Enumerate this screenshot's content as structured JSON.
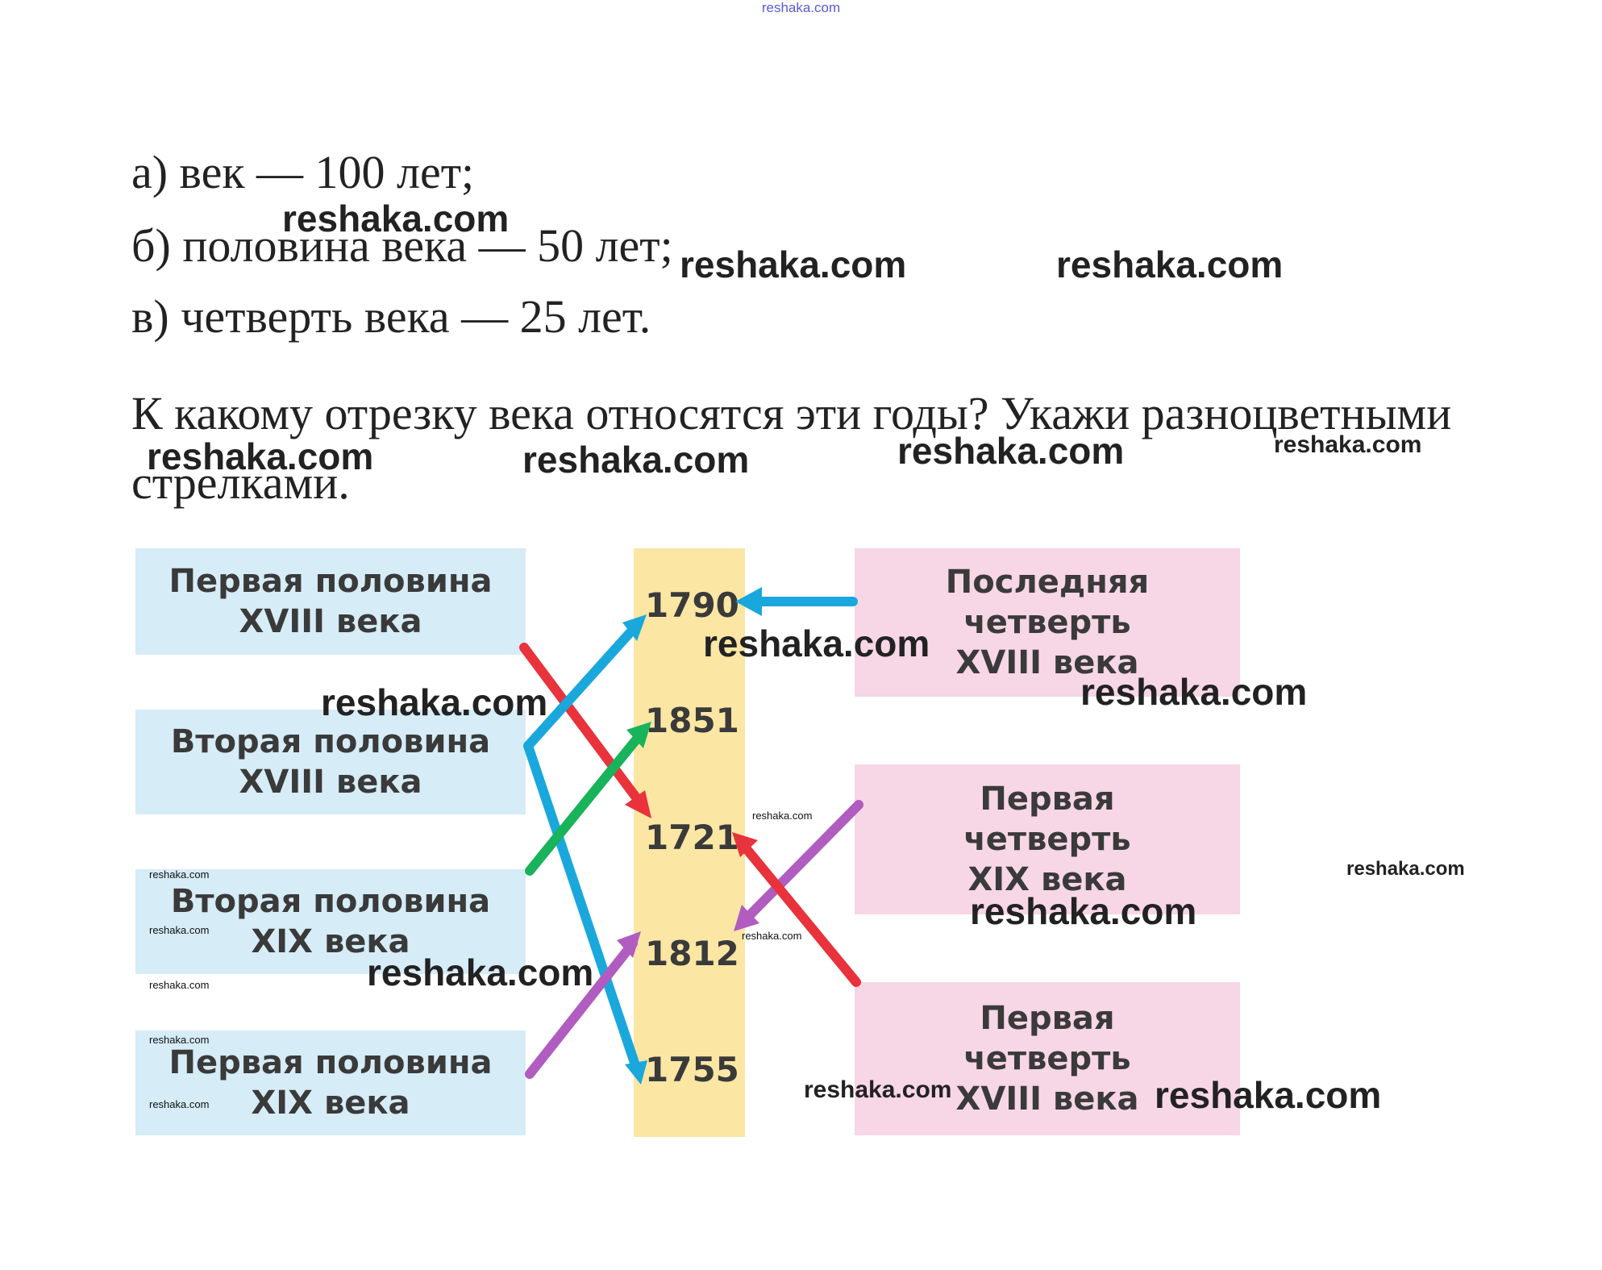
{
  "header": {
    "site_link": "reshaka.com"
  },
  "answers": [
    "а) век — 100 лет;",
    "б) половина века — 50 лет;",
    "в) четверть века — 25 лет."
  ],
  "task": {
    "line1": "К какому отрезку века относятся эти годы? Укажи разноцветными",
    "line2": "стрелками."
  },
  "diagram": {
    "left_boxes": [
      {
        "line1": "Первая  половина",
        "line2": "XVIII  века"
      },
      {
        "line1": "Вторая  половина",
        "line2": "XVIII  века"
      },
      {
        "line1": "Вторая  половина",
        "line2": "XIX  века"
      },
      {
        "line1": "Первая  половина",
        "line2": "XIX  века"
      }
    ],
    "years": [
      "1790",
      "1851",
      "1721",
      "1812",
      "1755"
    ],
    "right_boxes": [
      {
        "line1": "Последняя",
        "line2": "четверть",
        "line3": "XVIII  века"
      },
      {
        "line1": "Первая",
        "line2": "четверть",
        "line3": "XIX  века"
      },
      {
        "line1": "Первая",
        "line2": "четверть",
        "line3": "XVIII  века"
      }
    ],
    "arrow_colors": {
      "blue": "#1aa8dc",
      "red": "#e8323c",
      "green": "#18b35a",
      "purple": "#b05cc0"
    }
  },
  "watermark": "reshaka.com"
}
